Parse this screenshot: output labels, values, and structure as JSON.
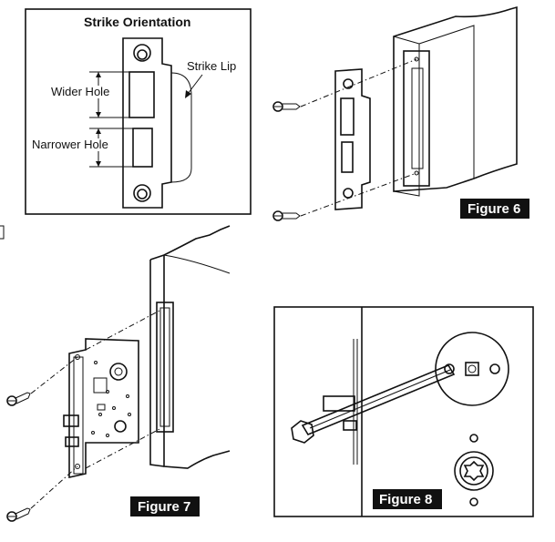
{
  "panels": {
    "strike_orientation": {
      "title": "Strike Orientation",
      "labels": {
        "wider_hole": "Wider Hole",
        "narrower_hole": "Narrower Hole",
        "strike_lip": "Strike Lip"
      }
    },
    "figure6": {
      "caption": "Figure 6"
    },
    "figure7": {
      "caption": "Figure 7"
    },
    "figure8": {
      "caption": "Figure 8"
    }
  },
  "colors": {
    "line": "#111111",
    "caption_bg": "#111111",
    "caption_text": "#ffffff",
    "background": "#ffffff"
  }
}
